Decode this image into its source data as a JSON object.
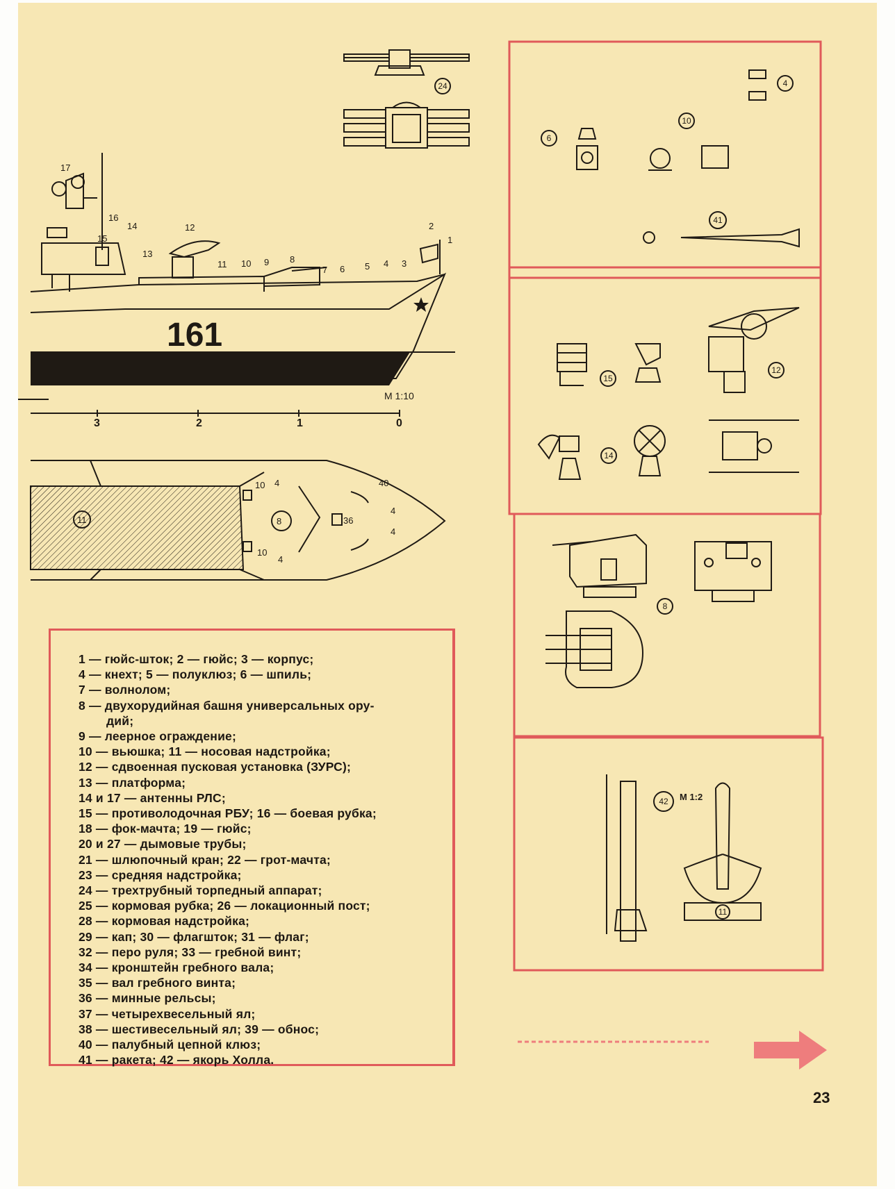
{
  "drawing": {
    "hull_number": "161",
    "scale_label": "М 1:10",
    "scale_ticks": [
      "3",
      "2",
      "1",
      "0"
    ],
    "anchor_scale_label": "М 1:2",
    "side_callouts": [
      "17",
      "16",
      "14",
      "15",
      "13",
      "12",
      "11",
      "10",
      "9",
      "8",
      "7",
      "6",
      "5",
      "4",
      "3",
      "2",
      "1"
    ],
    "plan_callouts": [
      "10",
      "4",
      "40",
      "4",
      "4",
      "10",
      "4",
      "11",
      "8",
      "36"
    ],
    "detail_callouts": [
      "24",
      "4",
      "6",
      "10",
      "41",
      "15",
      "12",
      "14",
      "8",
      "42",
      "11"
    ]
  },
  "legend": {
    "items": [
      "1 — гюйс-шток; 2 — гюйс; 3 — корпус;",
      "4 — кнехт; 5 — полуклюз; 6 — шпиль;",
      "7 — волнолом;",
      "8 — двухорудийная башня универсальных ору-",
      "дий;",
      "9 — леерное ограждение;",
      "10 — вьюшка; 11 — носовая надстройка;",
      "12 — сдвоенная пусковая установка (ЗУРС);",
      "13 — платформа;",
      "14 и 17 — антенны РЛС;",
      "15 — противолодочная РБУ; 16 — боевая рубка;",
      "18 — фок-мачта; 19 — гюйс;",
      "20 и 27 — дымовые трубы;",
      "21 — шлюпочный кран; 22 — грот-мачта;",
      "23 — средняя надстройка;",
      "24 — трехтрубный торпедный аппарат;",
      "25 — кормовая рубка; 26 — локационный пост;",
      "28 — кормовая надстройка;",
      "29 — кап; 30 — флагшток; 31 — флаг;",
      "32 — перо руля; 33 — гребной винт;",
      "34 — кронштейн гребного вала;",
      "35 — вал гребного винта;",
      "36 — минные рельсы;",
      "37 — четырехвесельный ял;",
      "38 — шестивесельный ял; 39 — обнос;",
      "40 — палубный цепной клюз;",
      "41 — ракета; 42 — якорь Холла."
    ]
  },
  "page_number": "23",
  "colors": {
    "paper": "#f7e7b4",
    "frame_red": "#e05a5a",
    "ink": "#1f1a14",
    "arrow": "#ee7d7d"
  }
}
